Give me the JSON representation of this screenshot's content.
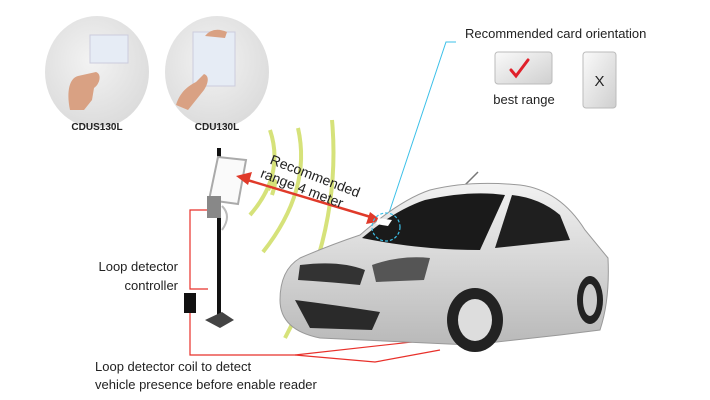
{
  "cards": [
    {
      "model": "CDUS130L"
    },
    {
      "model": "CDU130L"
    }
  ],
  "orientation": {
    "title": "Recommended card orientation",
    "best_label": "best range",
    "bad_mark": "X"
  },
  "range_label": {
    "line1": "Recommended",
    "line2": "range 4 meter"
  },
  "controller_label": {
    "line1": "Loop detector",
    "line2": "controller"
  },
  "coil_label": {
    "line1": "Loop detector coil to detect",
    "line2": "vehicle presence before enable reader"
  },
  "colors": {
    "wire": "#e8302a",
    "pointer": "#3cc0e8",
    "waves": "#d6e27a",
    "arrow": "#e03a2a"
  }
}
